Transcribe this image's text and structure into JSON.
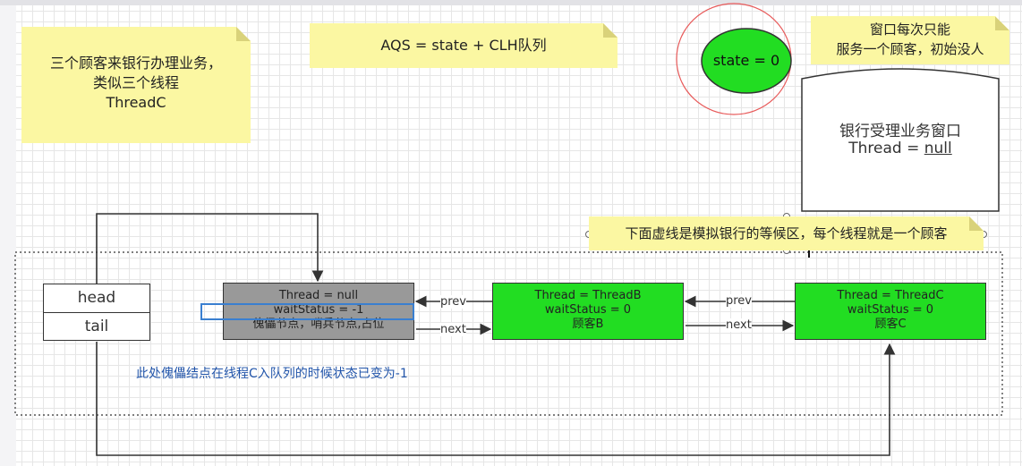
{
  "notes": {
    "customers": [
      "三个顾客来银行办理业务，",
      "类似三个线程",
      "ThreadC"
    ],
    "aqs": "AQS = state + CLH队列",
    "window_rule": [
      "窗口每次只能",
      "服务一个顾客，初始没人"
    ],
    "queue_hint": "下面虚线是模拟银行的等候区，每个线程就是一个顾客"
  },
  "state_circle": "state = 0",
  "window": {
    "title": "银行受理业务窗口",
    "thread_prefix": "Thread = ",
    "thread_value": "null"
  },
  "pointers": {
    "head": "head",
    "tail": "tail"
  },
  "nodes": {
    "dummy": {
      "thread": "Thread = null",
      "wait": "waitStatus = -1",
      "desc": "傀儡节点，哨兵节点,占位"
    },
    "b": {
      "thread": "Thread = ThreadB",
      "wait": "waitStatus = 0",
      "desc": "顾客B"
    },
    "c": {
      "thread": "Thread = ThreadC",
      "wait": "waitStatus = 0",
      "desc": "顾客C"
    }
  },
  "edge_labels": {
    "prev": "prev",
    "next": "next"
  },
  "annotation": "此处傀儡结点在线程C入队列的时候状态已变为-1",
  "colors": {
    "green": "#22dd22",
    "gray": "#999999",
    "note": "#fbf7a2",
    "red_circle": "#e85a5a",
    "annotation": "#2255aa",
    "highlight": "#3a7fd0"
  }
}
